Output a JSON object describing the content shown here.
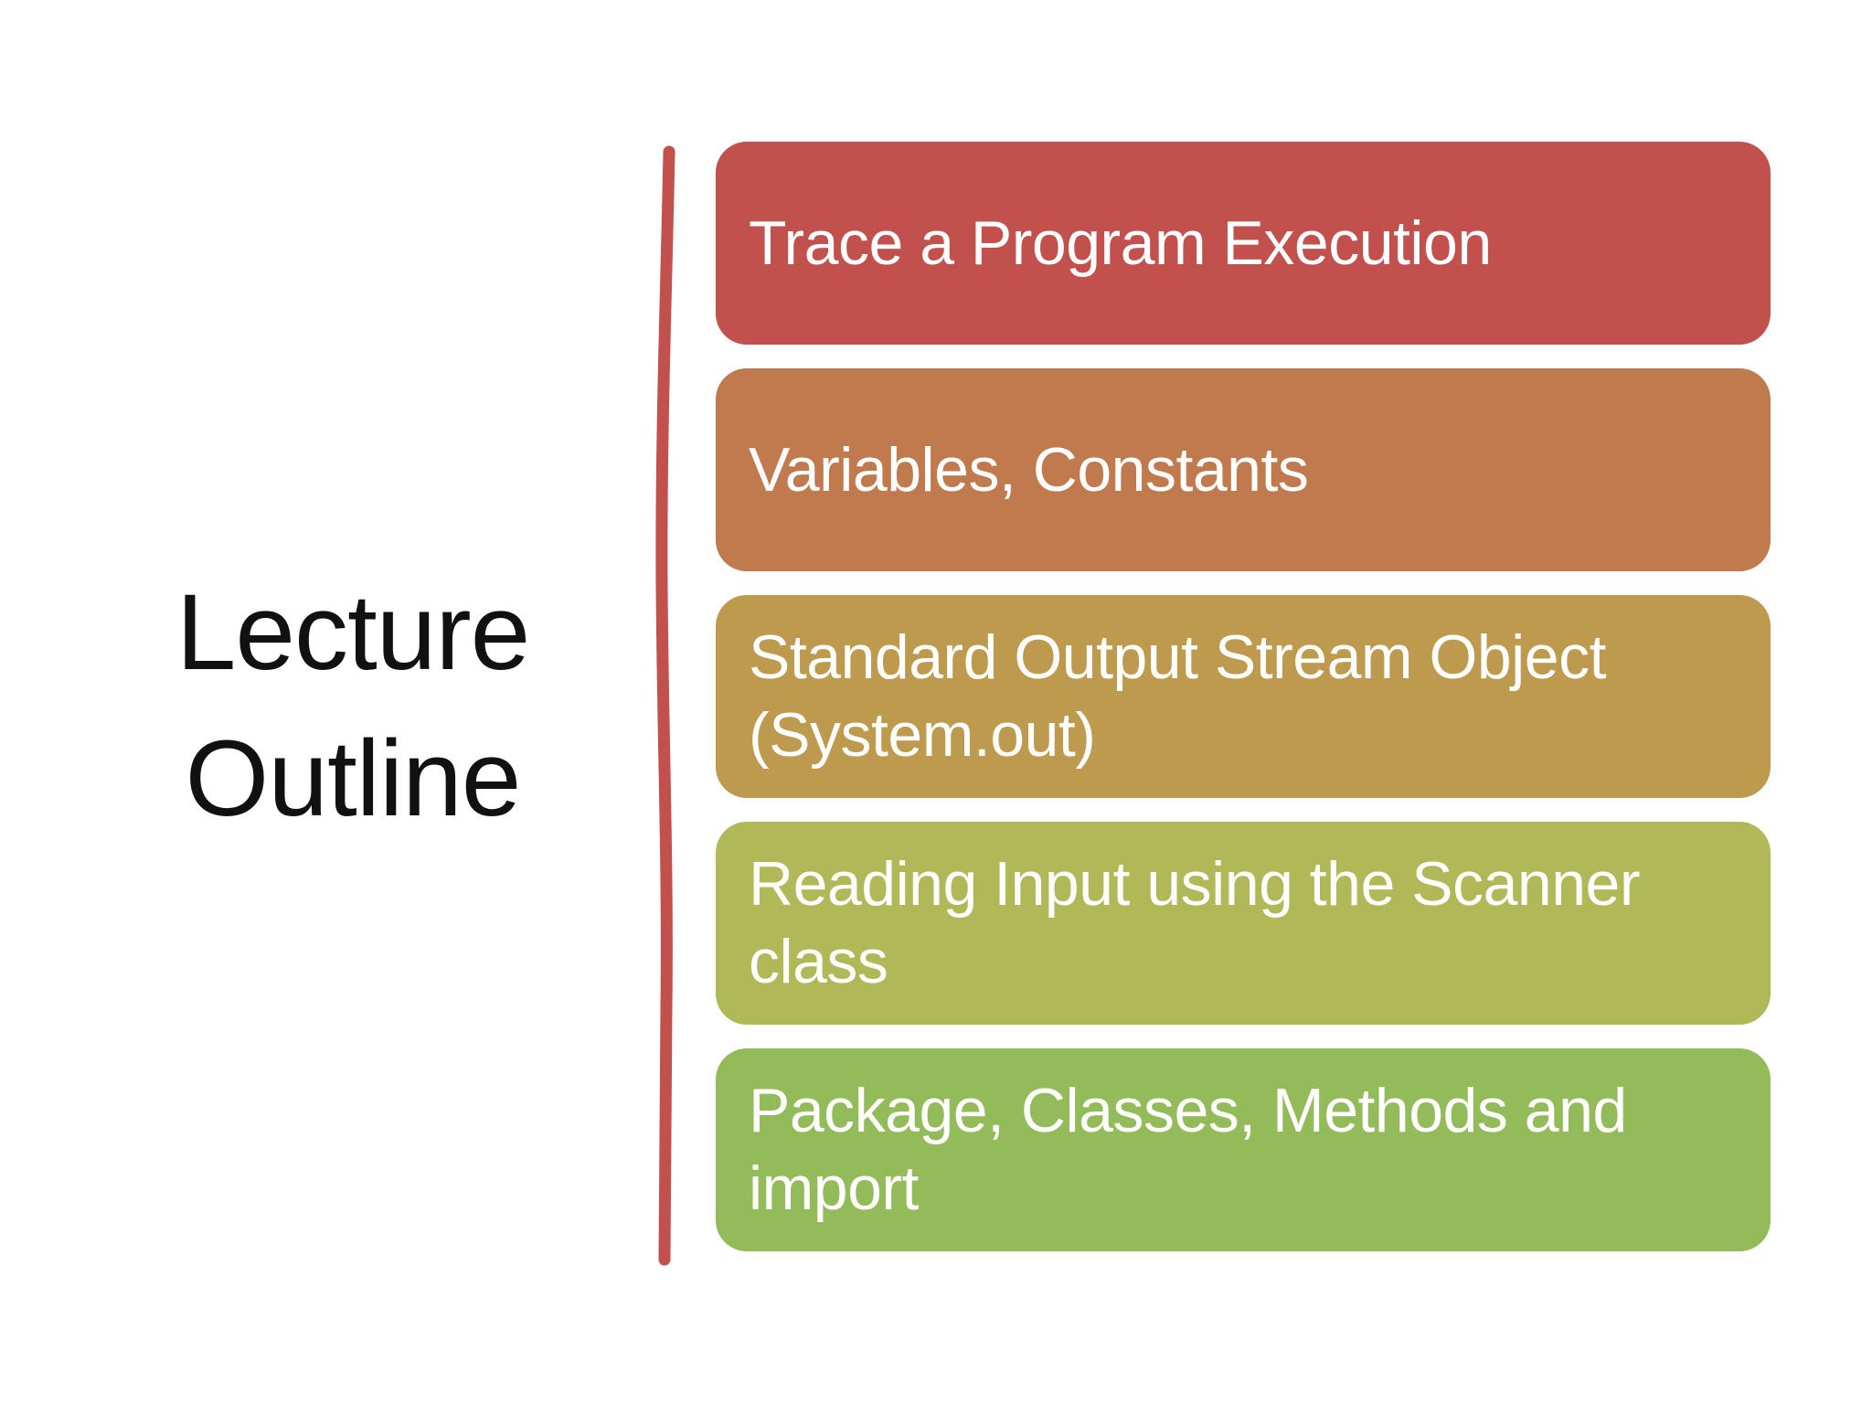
{
  "slide_title": {
    "text": "Lecture\nOutline",
    "color": "#111111"
  },
  "divider": {
    "color": "#C2504C"
  },
  "outline": {
    "items": [
      {
        "label": "Trace a Program Execution",
        "color": "#C2504C"
      },
      {
        "label": "Variables, Constants",
        "color": "#C17A4E"
      },
      {
        "label": "Standard Output Stream Object\n(System.out)",
        "color": "#BD9A4D"
      },
      {
        "label": "Reading Input using the Scanner\nclass",
        "color": "#B0B857"
      },
      {
        "label": "Package, Classes, Methods and\nimport",
        "color": "#94BB59"
      }
    ]
  }
}
